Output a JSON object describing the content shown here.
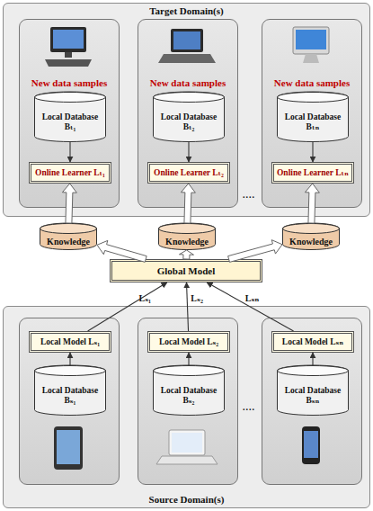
{
  "diagram": {
    "nodes": [
      {
        "text": [
          "Target Domain(s)"
        ]
      },
      {
        "text": [
          "New data samples"
        ],
        "in": 0
      },
      {
        "text": [
          "Local Database Bₜ₁"
        ],
        "in": 1
      },
      {
        "text": [
          "Online Learner Lₜ₁"
        ],
        "in": 1
      },
      {
        "text": [
          "New data samples"
        ],
        "in": 0
      },
      {
        "text": [
          "Local Database Bₜ₂"
        ],
        "in": 4
      },
      {
        "text": [
          "Online Learner Lₜ₂"
        ],
        "in": 4
      },
      {
        "text": [
          "New data samples"
        ],
        "in": 0
      },
      {
        "text": [
          "Local Database Bₜₙ"
        ],
        "in": 7
      },
      {
        "text": [
          "Online Learner Lₜₙ"
        ],
        "in": 7
      },
      {
        "text": [
          "Knowledge"
        ]
      },
      {
        "text": [
          "Knowledge"
        ]
      },
      {
        "text": [
          "Knowledge"
        ]
      },
      {
        "text": [
          "Global Model"
        ]
      },
      {
        "text": [
          "Source Domain(s)"
        ]
      },
      {
        "text": [],
        "in": 14
      },
      {
        "text": [
          "Local Model Lₛ₁"
        ],
        "in": 15
      },
      {
        "text": [
          "Local Database Bₛ₁"
        ],
        "in": 15
      },
      {
        "text": [],
        "in": 14
      },
      {
        "text": [
          "Local Model Lₛ₂"
        ],
        "in": 18
      },
      {
        "text": [
          "Local Database Bₛ₂"
        ],
        "in": 18
      },
      {
        "text": [],
        "in": 14
      },
      {
        "text": [
          "Local Model Lₛₙ"
        ],
        "in": 21
      },
      {
        "text": [
          "Local Database Bₛₙ"
        ],
        "in": 21
      }
    ],
    "edges": [
      {
        "from": 2,
        "to": 3,
        "arrow": "to"
      },
      {
        "from": 5,
        "to": 6,
        "arrow": "to"
      },
      {
        "from": 8,
        "to": 9,
        "arrow": "to"
      },
      {
        "from": 13,
        "to": 10,
        "arrow": "to"
      },
      {
        "from": 13,
        "to": 11,
        "arrow": "to"
      },
      {
        "from": 13,
        "to": 12,
        "arrow": "to"
      },
      {
        "from": 10,
        "to": 3,
        "arrow": "to"
      },
      {
        "from": 11,
        "to": 6,
        "arrow": "to"
      },
      {
        "from": 12,
        "to": 9,
        "arrow": "to"
      },
      {
        "from": 17,
        "to": 16,
        "arrow": "to"
      },
      {
        "from": 20,
        "to": 19,
        "arrow": "to"
      },
      {
        "from": 23,
        "to": 22,
        "arrow": "to"
      },
      {
        "from": 16,
        "to": 13,
        "label": "Lₛ₁",
        "arrow": "to"
      },
      {
        "from": 19,
        "to": 13,
        "label": "Lₛ₂",
        "arrow": "to"
      },
      {
        "from": 22,
        "to": 13,
        "label": "Lₛₙ",
        "arrow": "to"
      }
    ],
    "labels": [
      "....",
      "...."
    ]
  }
}
